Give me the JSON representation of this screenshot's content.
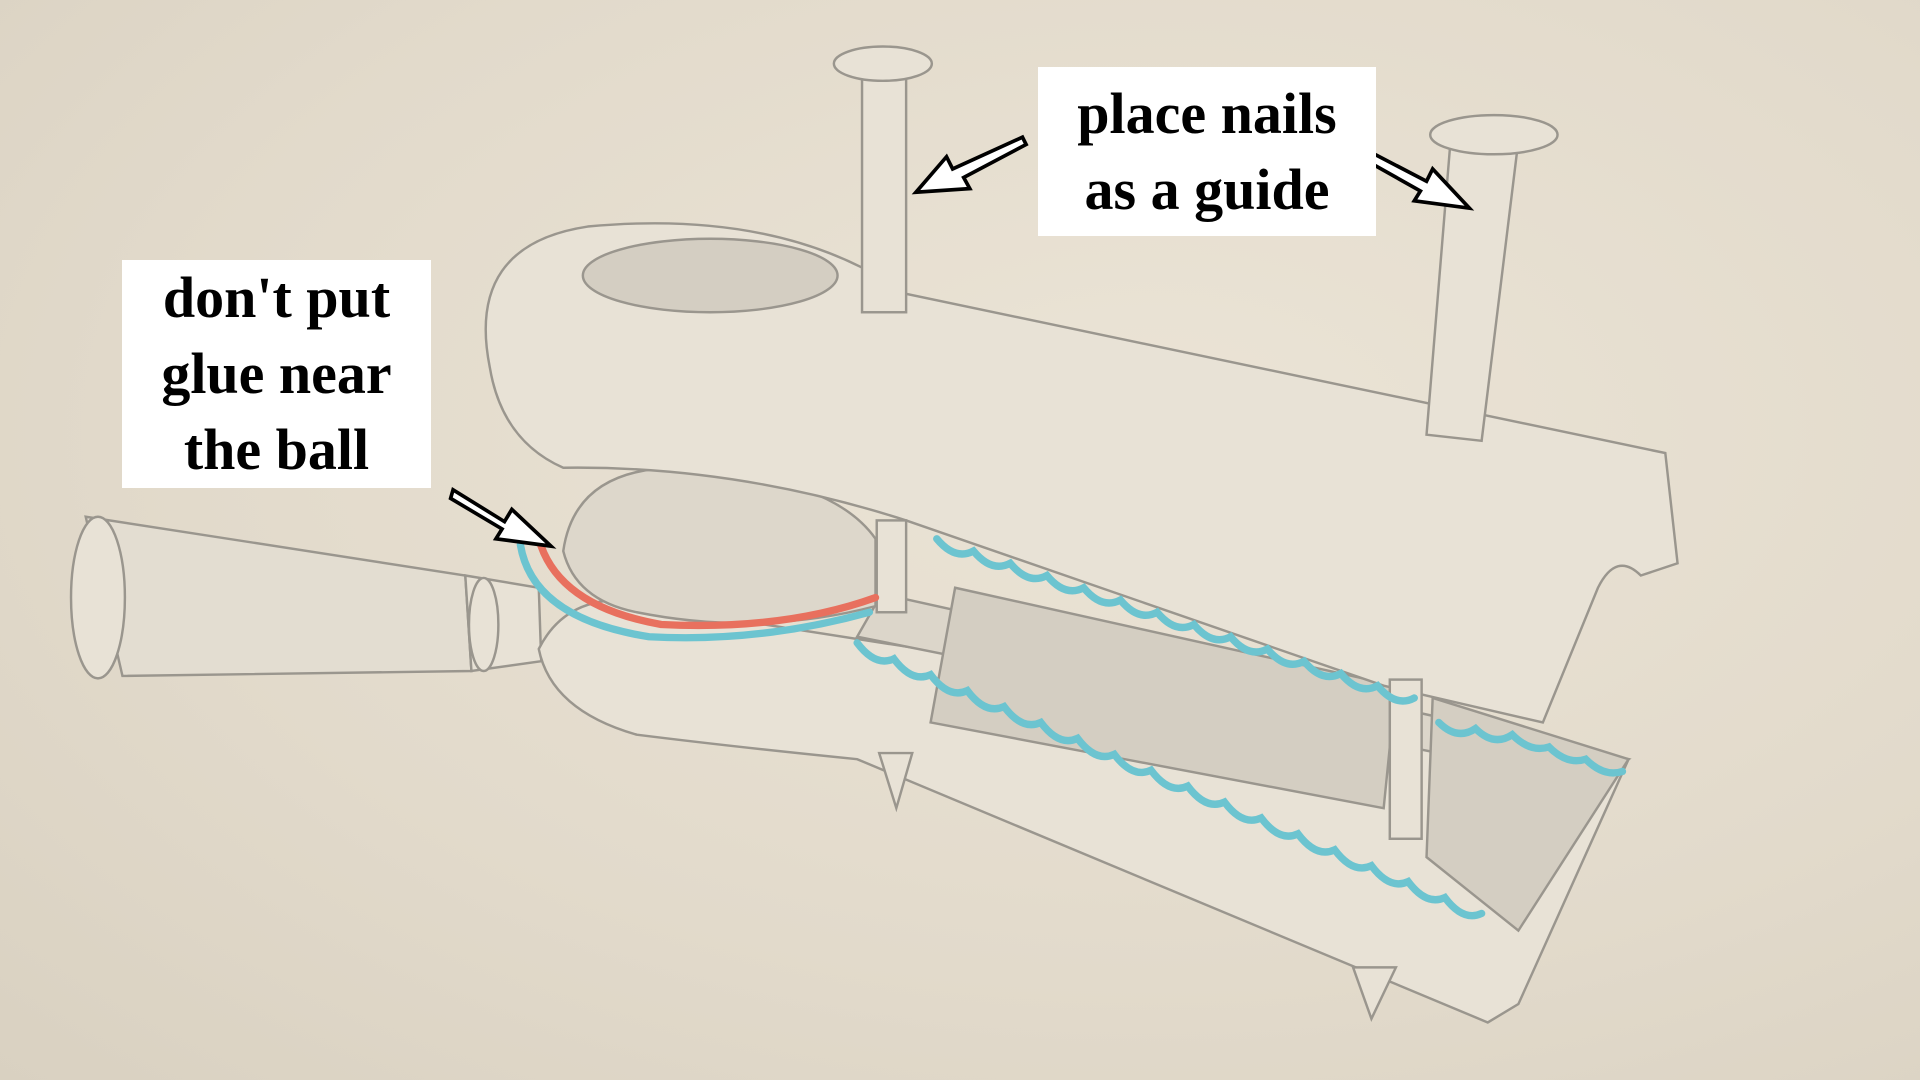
{
  "annotations": {
    "glue_warning": [
      "don't put",
      "glue near",
      "the ball"
    ],
    "nails_guide": [
      "place nails",
      "as a guide"
    ]
  },
  "colors": {
    "background": "#e4dccd",
    "part_fill": "#e6e0d4",
    "outline": "#9a968e",
    "glue_blue": "#6cc4d0",
    "glue_red": "#e8705e"
  }
}
